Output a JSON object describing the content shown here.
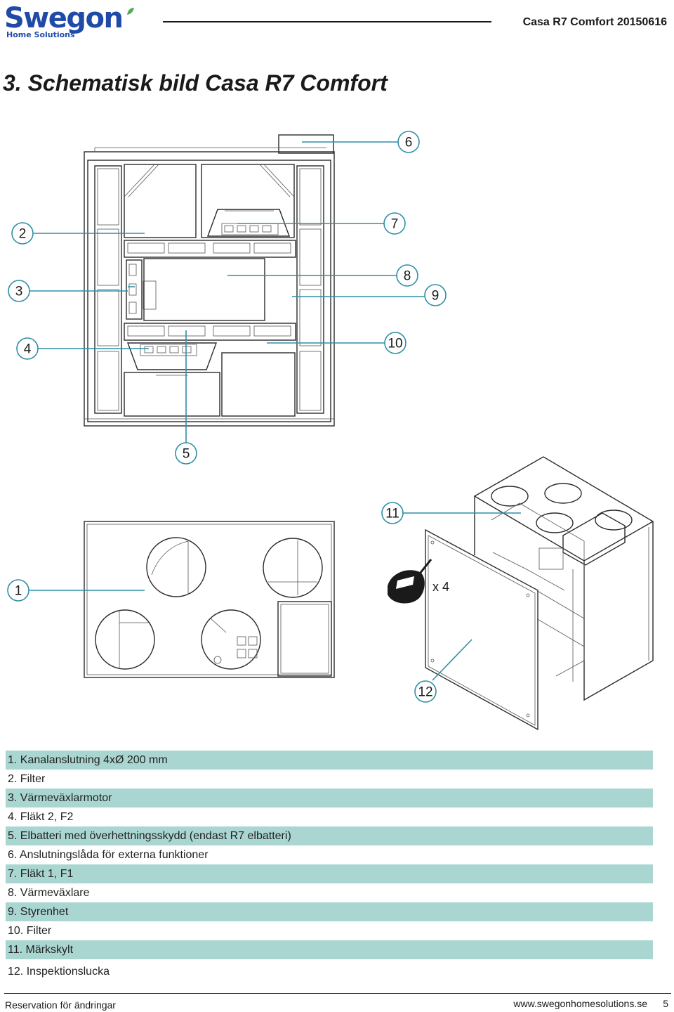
{
  "header": {
    "logo_text": "Swegon",
    "logo_subtext": "Home Solutions",
    "doc_ref": "Casa R7 Comfort 20150616"
  },
  "title": "3. Schematisk bild Casa R7 Comfort",
  "callouts": {
    "c1": "1",
    "c2": "2",
    "c3": "3",
    "c4": "4",
    "c5": "5",
    "c6": "6",
    "c7": "7",
    "c8": "8",
    "c9": "9",
    "c10": "10",
    "c11": "11",
    "c12": "12",
    "screws": "x 4"
  },
  "legend": [
    "1. Kanalanslutning 4xØ 200 mm",
    "2. Filter",
    "3. Värmeväxlarmotor",
    "4. Fläkt 2, F2",
    "5. Elbatteri med överhettningsskydd (endast R7 elbatteri)",
    "6. Anslutningslåda för externa funktioner",
    "7. Fläkt 1, F1",
    "8. Värmeväxlare",
    "9. Styrenhet",
    "10. Filter",
    "11. Märkskylt",
    "12. Inspektionslucka"
  ],
  "colors": {
    "accent_teal": "#2f8fa6",
    "legend_shade": "#a9d6d1",
    "brand_blue": "#1f4aa8"
  },
  "footer": {
    "note": "Reservation för ändringar",
    "url": "www.swegonhomesolutions.se",
    "page": "5"
  }
}
